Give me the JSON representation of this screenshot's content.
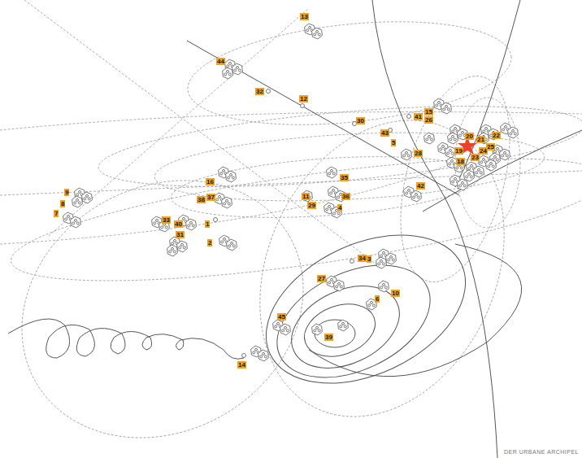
{
  "diagram": {
    "labels": [
      "13",
      "44",
      "32",
      "12",
      "30",
      "15",
      "41",
      "26",
      "43",
      "5",
      "28",
      "20",
      "21",
      "22",
      "19",
      "25",
      "24",
      "23",
      "18",
      "9",
      "8",
      "7",
      "16",
      "35",
      "42",
      "38",
      "37",
      "11",
      "36",
      "29",
      "4",
      "33",
      "40",
      "1",
      "31",
      "2",
      "34",
      "3",
      "27",
      "10",
      "6",
      "45",
      "39",
      "14",
      "DER URBANE ARCHIPEL"
    ]
  }
}
